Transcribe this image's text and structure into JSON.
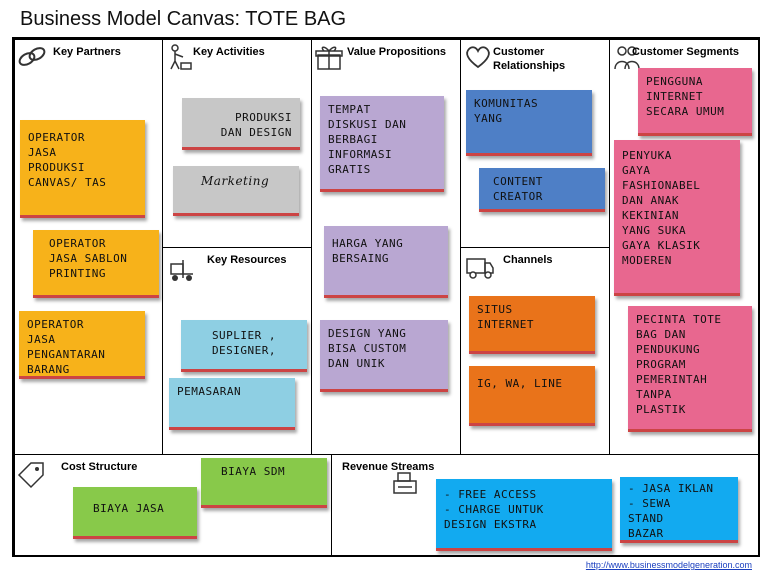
{
  "title": "Business Model Canvas: TOTE BAG",
  "sections": {
    "key_partners": "Key Partners",
    "key_activities": "Key Activities",
    "key_resources": "Key Resources",
    "value_propositions": "Value Propositions",
    "customer_relationships": "Customer\nRelationships",
    "channels": "Channels",
    "customer_segments": "Customer Segments",
    "cost_structure": "Cost Structure",
    "revenue_streams": "Revenue Streams"
  },
  "notes": {
    "kp1": "OPERATOR\nJASA\nPRODUKSI\nCANVAS/ TAS",
    "kp2": "OPERATOR\nJASA SABLON\nPRINTING",
    "kp3": "OPERATOR\nJASA\nPENGANTARAN\nBARANG",
    "ka1": "PRODUKSI\nDAN DESIGN",
    "ka2": "Marketing",
    "kr1": "SUPLIER ,\nDESIGNER,",
    "kr2": "PEMASARAN",
    "vp1": "TEMPAT\nDISKUSI DAN\nBERBAGI\nINFORMASI\nGRATIS",
    "vp2": "HARGA YANG\nBERSAING",
    "vp3": "DESIGN YANG\nBISA CUSTOM\nDAN UNIK",
    "cr1": "KOMUNITAS\nYANG",
    "cr2": "CONTENT\nCREATOR",
    "ch1": "SITUS\nINTERNET",
    "ch2": "IG, WA, LINE",
    "cs1": "PENGGUNA\nINTERNET\nSECARA UMUM",
    "cs2": "PENYUKA\nGAYA\nFASHIONABEL\nDAN ANAK\nKEKINIAN\nYANG SUKA\nGAYA KLASIK\nMODEREN",
    "cs3": "PECINTA TOTE\nBAG DAN\nPENDUKUNG\nPROGRAM\nPEMERINTAH\nTANPA\nPLASTIK",
    "cost1": "BIAYA SDM",
    "cost2": "BIAYA JASA",
    "rev1": "-  FREE ACCESS\n-  CHARGE UNTUK\n   DESIGN EKSTRA",
    "rev2": "-  JASA IKLAN\n-   SEWA\n    STAND\n    BAZAR"
  },
  "icons": {
    "key_partners": "chain-link-icon",
    "key_activities": "worker-icon",
    "key_resources": "forklift-icon",
    "value_propositions": "gift-icon",
    "customer_relationships": "heart-icon",
    "channels": "truck-icon",
    "customer_segments": "people-icon",
    "cost_structure": "price-tag-icon",
    "revenue_streams": "cash-register-icon"
  },
  "footer_link": "http://www.businessmodelgeneration.com"
}
